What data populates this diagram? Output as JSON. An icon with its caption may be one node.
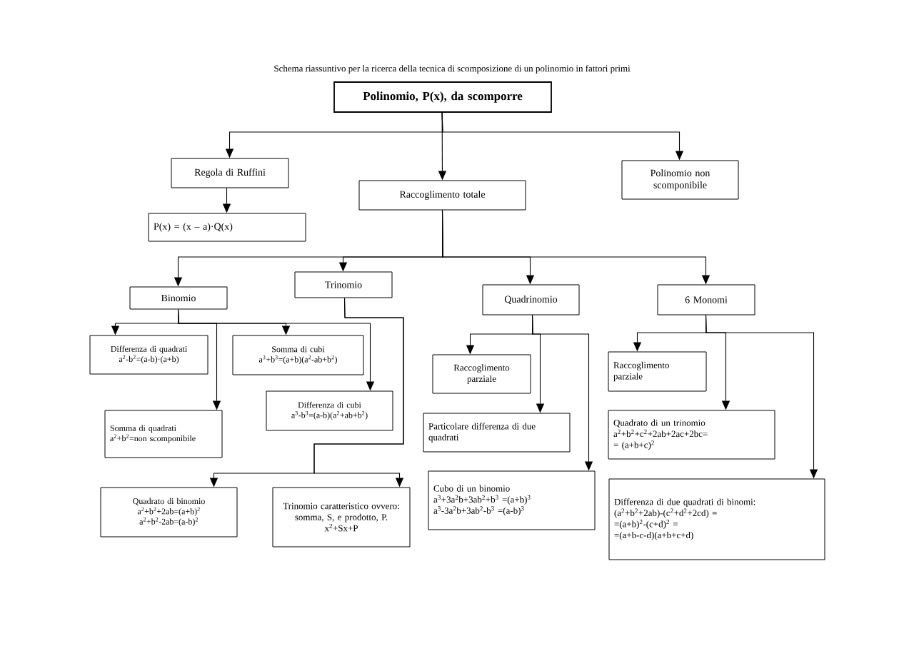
{
  "diagram": {
    "title": "Schema riassuntivo per la ricerca della tecnica di scomposizione di un polinomio in fattori primi",
    "nodes": [
      {
        "text": [
          "Polinomio, P(x), da scomporre"
        ]
      },
      {
        "text": [
          "Regola di Ruffini"
        ]
      },
      {
        "text": [
          "Raccoglimento totale"
        ]
      },
      {
        "text": [
          "Polinomio non scomponibile"
        ]
      },
      {
        "text": [
          "P(x) = (x – a)·Q(x)"
        ]
      },
      {
        "text": [
          "Binomio"
        ]
      },
      {
        "text": [
          "Trinomio"
        ]
      },
      {
        "text": [
          "Quadrinomio"
        ]
      },
      {
        "text": [
          "6 Monomi"
        ]
      },
      {
        "text": [
          "Differenza di quadrati",
          "a$^{2}$-b$^{2}$=(a-b)·(a+b)"
        ]
      },
      {
        "text": [
          "Somma di cubi",
          "a$^{3}$+b$^{3}$=(a+b)(a$^{2}$-ab+b$^{2}$)"
        ]
      },
      {
        "text": [
          "Differenza di cubi",
          "a$^{3}$-b$^{3}$=(a-b)(a$^{2}$+ab+b$^{2}$)"
        ]
      },
      {
        "text": [
          "Somma di quadrati",
          "a$^{2}$+b$^{2}$=non scomponibile"
        ]
      },
      {
        "text": [
          "Quadrato di binomio",
          "a$^{2}$+b$^{2}$+2ab=(a+b)$^{2}$",
          "a$^{2}$+b$^{2}$-2ab=(a-b)$^{2}$"
        ]
      },
      {
        "text": [
          "Trinomio caratteristico ovvero: somma, S, e prodotto, P.",
          "x$^{2}$+Sx+P"
        ]
      },
      {
        "text": [
          "Raccoglimento parziale"
        ]
      },
      {
        "text": [
          "Particolare differenza di due quadrati"
        ]
      },
      {
        "text": [
          "Cubo di un binomio",
          "a$^{3}$+3a$^{2}$b+3ab$^{2}$+b$^{3}$ =(a+b)$^{3}$",
          "a$^{3}$-3a$^{2}$b+3ab$^{2}$-b$^{3}$ =(a-b)$^{3}$"
        ]
      },
      {
        "text": [
          "Raccoglimento parziale"
        ]
      },
      {
        "text": [
          "Quadrato di un trinomio",
          "a$^{2}$+b$^{2}$+c$^{2}$+2ab+2ac+2bc=",
          "= (a+b+c)$^{2}$"
        ]
      },
      {
        "text": [
          "Differenza di due quadrati di binomi:",
          "(a$^{2}$+b$^{2}$+2ab)-(c$^{2}$+d$^{2}$+2cd) =",
          "=(a+b)$^{2}$-(c+d)$^{2}$ =",
          "=(a+b-c-d)(a+b+c+d)"
        ]
      }
    ],
    "edges": [
      {
        "from": 0,
        "to": 1,
        "arrow": "to"
      },
      {
        "from": 0,
        "to": 2,
        "arrow": "to"
      },
      {
        "from": 0,
        "to": 3,
        "arrow": "to"
      },
      {
        "from": 1,
        "to": 4,
        "arrow": "to"
      },
      {
        "from": 2,
        "to": 5,
        "arrow": "to"
      },
      {
        "from": 2,
        "to": 6,
        "arrow": "to"
      },
      {
        "from": 2,
        "to": 7,
        "arrow": "to"
      },
      {
        "from": 2,
        "to": 8,
        "arrow": "to"
      },
      {
        "from": 5,
        "to": 9,
        "arrow": "to"
      },
      {
        "from": 5,
        "to": 10,
        "arrow": "to"
      },
      {
        "from": 5,
        "to": 11,
        "arrow": "to"
      },
      {
        "from": 5,
        "to": 12,
        "arrow": "to"
      },
      {
        "from": 6,
        "to": 13,
        "arrow": "to"
      },
      {
        "from": 6,
        "to": 14,
        "arrow": "to"
      },
      {
        "from": 7,
        "to": 15,
        "arrow": "to"
      },
      {
        "from": 7,
        "to": 16,
        "arrow": "to"
      },
      {
        "from": 7,
        "to": 17,
        "arrow": "to"
      },
      {
        "from": 8,
        "to": 18,
        "arrow": "to"
      },
      {
        "from": 8,
        "to": 19,
        "arrow": "to"
      },
      {
        "from": 8,
        "to": 20,
        "arrow": "to"
      }
    ]
  }
}
